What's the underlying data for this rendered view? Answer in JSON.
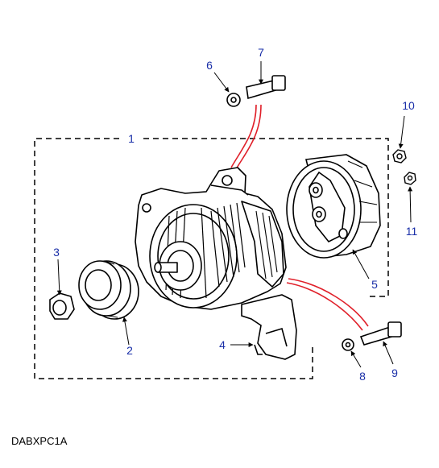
{
  "colors": {
    "callout": "#1a2fa8",
    "line": "#000000",
    "highlight": "#e0202a",
    "background": "#ffffff"
  },
  "callouts": [
    "1",
    "2",
    "3",
    "4",
    "5",
    "6",
    "7",
    "8",
    "9",
    "10",
    "11"
  ],
  "diagram_code": "DABXPC1A"
}
